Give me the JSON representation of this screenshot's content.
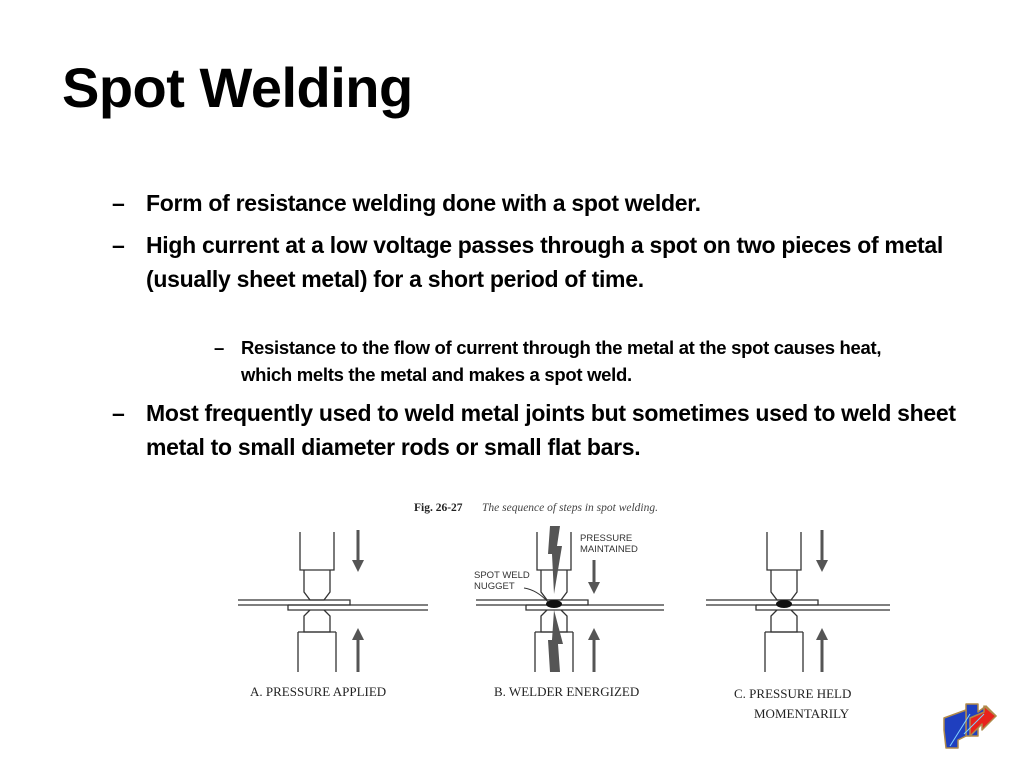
{
  "slide": {
    "title": "Spot Welding",
    "bullets": [
      {
        "level": 1,
        "marker": "–",
        "text": "Form of resistance welding done with a spot welder."
      },
      {
        "level": 1,
        "marker": "–",
        "text": "High current at a low voltage passes through a spot on two pieces of metal (usually sheet metal) for a short period of time."
      },
      {
        "level": 2,
        "marker": "–",
        "text": "Resistance to the flow of current through the metal at the spot causes heat, which melts the metal and makes a spot weld."
      },
      {
        "level": 1,
        "marker": "–",
        "text": "Most frequently used to weld metal joints but sometimes used to weld sheet metal to small diameter rods or small flat bars."
      }
    ]
  },
  "figure": {
    "fig_number": "Fig. 26-27",
    "caption": "The sequence of steps in spot welding.",
    "steps": [
      {
        "label_line1": "A. PRESSURE APPLIED",
        "label_line2": ""
      },
      {
        "label_line1": "B. WELDER ENERGIZED",
        "label_line2": ""
      },
      {
        "label_line1": "C. PRESSURE HELD",
        "label_line2": "MOMENTARILY"
      }
    ],
    "callouts": {
      "pressure_line1": "PRESSURE",
      "pressure_line2": "MAINTAINED",
      "nugget_line1": "SPOT WELD",
      "nugget_line2": "NUGGET"
    }
  },
  "logo": {
    "icon": "arrow-logo-icon",
    "colors": {
      "blue": "#1f3fbf",
      "red": "#e8231c",
      "outline": "#b08a4a",
      "accent": "#7fd0ff"
    }
  }
}
